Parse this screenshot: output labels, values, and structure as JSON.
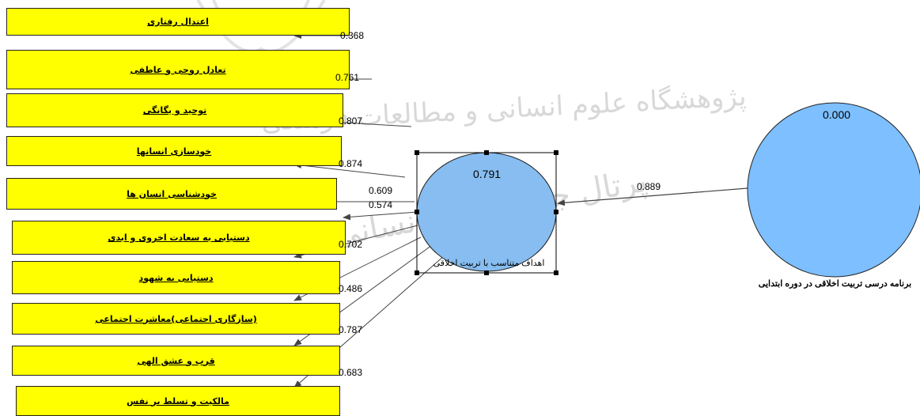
{
  "watermark": {
    "line1": "پژوهشگاه علوم انسانی و مطالعات فرهنگی",
    "line2": "پرتال جامع علوم انسانی"
  },
  "indicators": [
    {
      "label": "اعتدال رفتاری",
      "loading": "0.368"
    },
    {
      "label": "تعادل روحی و عاطفی",
      "loading": "0.761"
    },
    {
      "label": "توحید و یگانگی",
      "loading": "0.807"
    },
    {
      "label": "خودسازی انسانها",
      "loading": "0.874"
    },
    {
      "label": "خودشناسی انسان ها",
      "loading": "0.609"
    },
    {
      "label": "دستیابی به سعادت اخروی و ابدی",
      "loading": "0.574"
    },
    {
      "label": "دستیابی به شهود",
      "loading": "0.702"
    },
    {
      "label": "(سازگاری اجتماعی)معاشرت اجتماعی",
      "loading": "0.486"
    },
    {
      "label": "قرب و عشق الهی",
      "loading": "0.787"
    },
    {
      "label": "مالکیت و تسلط بر نفس",
      "loading": "0.683"
    }
  ],
  "constructs": {
    "target": {
      "name": "اهداف متناسب با تربیت اخلاقی",
      "r2": "0.791",
      "color": "#87bdf0"
    },
    "source": {
      "name": "برنامه درسی تربیت اخلاقی در دوره ابتدایی",
      "value": "0.000",
      "color": "#7dbfff"
    }
  },
  "path": {
    "coefficient": "0.889"
  },
  "colors": {
    "indicator_fill": "#ffff00",
    "arrow": "#444444"
  }
}
